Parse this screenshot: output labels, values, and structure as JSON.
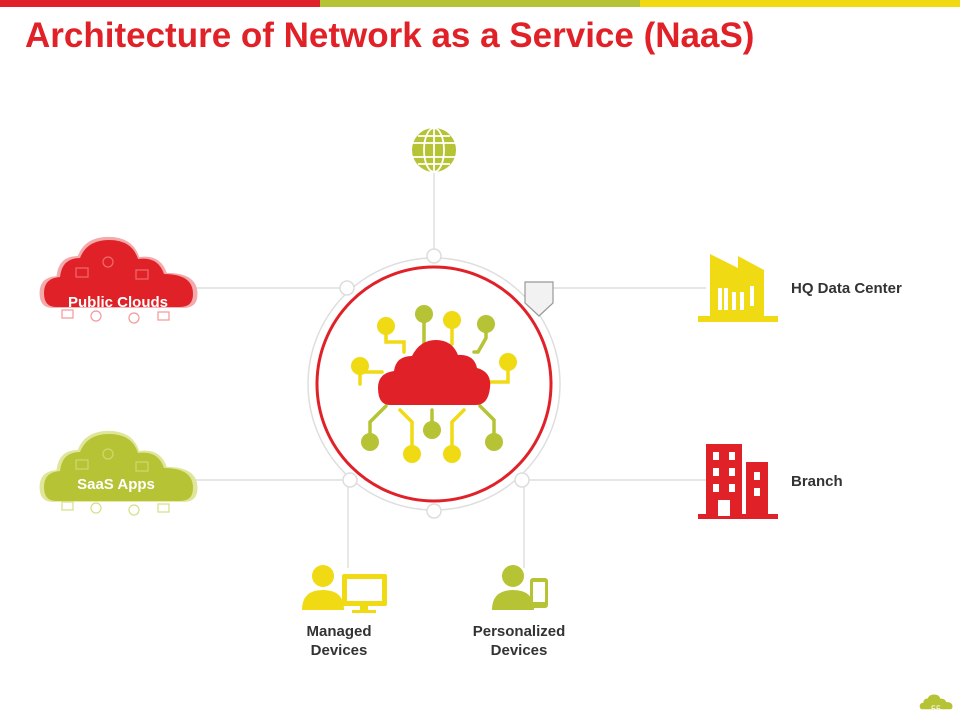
{
  "slide": {
    "title": "Architecture of Network as a Service (NaaS)",
    "page_number": "55"
  },
  "colors": {
    "red": "#e02228",
    "green": "#b5c334",
    "yellow": "#f0da13",
    "gray_line": "#d8d8d8"
  },
  "nodes": {
    "public_clouds": "Public Clouds",
    "saas_apps": "SaaS Apps",
    "hq_data_center": "HQ Data Center",
    "branch": "Branch",
    "managed_devices": "Managed\nDevices",
    "personalized_devices": "Personalized\nDevices"
  },
  "icons": [
    "globe-icon",
    "cloud-network-icon",
    "factory-icon",
    "office-building-icon",
    "user-monitor-icon",
    "user-phone-icon",
    "shield-icon"
  ]
}
